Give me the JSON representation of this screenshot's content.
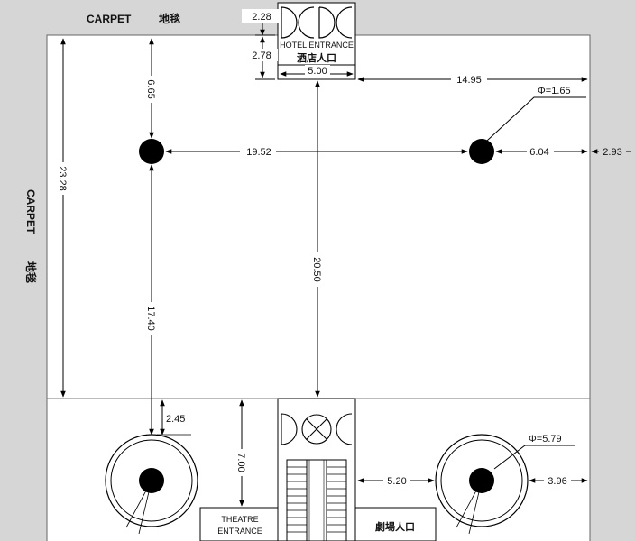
{
  "labels": {
    "carpet_top_en": "CARPET",
    "carpet_top_zh": "地毯",
    "carpet_side_en": "CARPET",
    "carpet_side_zh": "地毯",
    "hotel_entrance_en": "HOTEL ENTRANCE",
    "hotel_entrance_zh": "酒店人口",
    "theatre_entrance_line1": "THEATRE",
    "theatre_entrance_line2": "ENTRANCE",
    "theatre_entrance_zh": "劇場人口"
  },
  "dimensions": {
    "d_2_28": "2.28",
    "d_2_78": "2.78",
    "d_5_00": "5.00",
    "d_14_95": "14.95",
    "d_6_65": "6.65",
    "d_phi_1_65": "Φ=1.65",
    "d_19_52": "19.52",
    "d_6_04": "6.04",
    "d_2_93": "2.93",
    "d_23_28": "23.28",
    "d_20_50": "20.50",
    "d_17_40": "17.40",
    "d_2_45": "2.45",
    "d_7_00": "7.00",
    "d_phi_5_79": "Φ=5.79",
    "d_5_20": "5.20",
    "d_3_96": "3.96"
  },
  "colors": {
    "background": "#d6d6d6",
    "floor": "#ffffff",
    "line": "#000000",
    "thin_line": "#444444"
  }
}
